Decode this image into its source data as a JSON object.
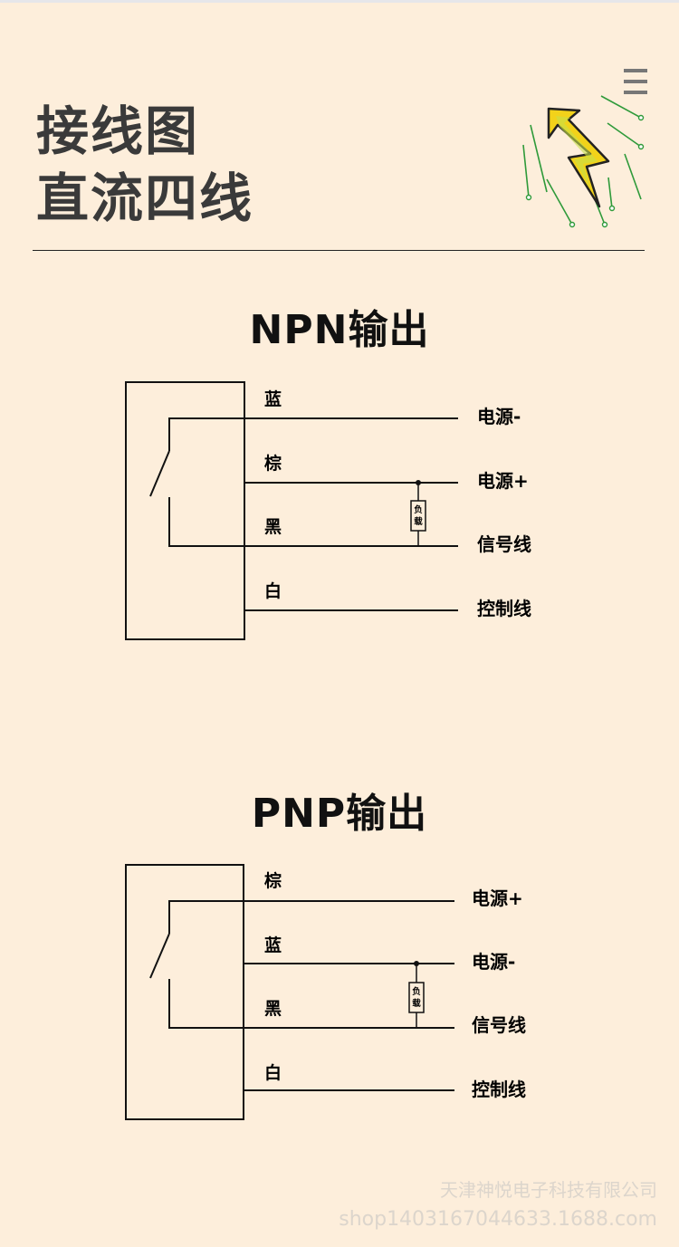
{
  "header": {
    "title_line1": "接线图",
    "title_line2": "直流四线"
  },
  "npn": {
    "title": "NPN输出",
    "wires": [
      {
        "color": "蓝",
        "function": "电源-"
      },
      {
        "color": "棕",
        "function": "电源+"
      },
      {
        "color": "黑",
        "function": "信号线"
      },
      {
        "color": "白",
        "function": "控制线"
      }
    ],
    "load_label": [
      "负",
      "载"
    ]
  },
  "pnp": {
    "title": "PNP输出",
    "wires": [
      {
        "color": "棕",
        "function": "电源+"
      },
      {
        "color": "蓝",
        "function": "电源-"
      },
      {
        "color": "黑",
        "function": "信号线"
      },
      {
        "color": "白",
        "function": "控制线"
      }
    ],
    "load_label": [
      "负",
      "载"
    ]
  },
  "watermark": {
    "company": "天津神悦电子科技有限公司",
    "shop": "shop1403167044633.1688.com"
  },
  "colors": {
    "background": "#fdeedb",
    "title_text": "#3a3a3a",
    "logo_green": "#2f9a3a",
    "logo_yellow": "#f2d21a"
  }
}
